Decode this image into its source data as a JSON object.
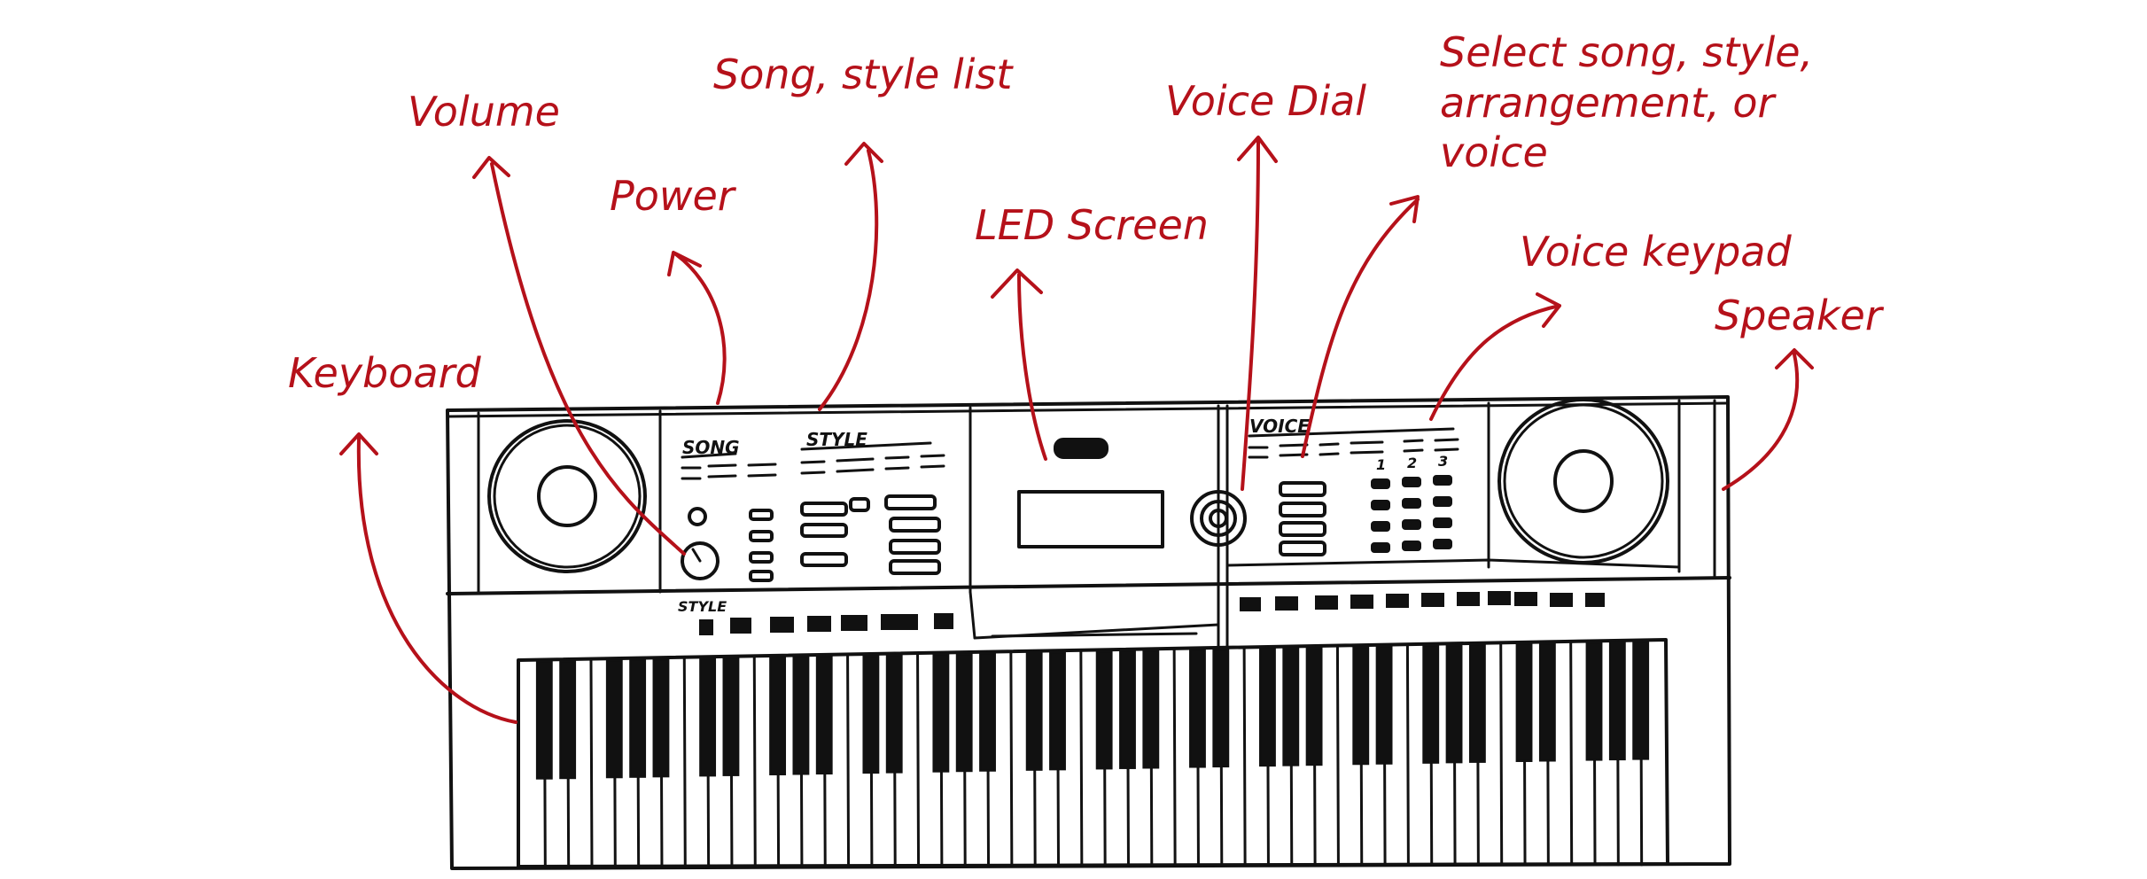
{
  "labels": {
    "keyboard": "Keyboard",
    "volume": "Volume",
    "power": "Power",
    "song_style_list": "Song, style list",
    "led_screen": "LED Screen",
    "voice_dial": "Voice Dial",
    "select_line1": "Select song, style,",
    "select_line2": "arrangement, or",
    "select_line3": "voice",
    "voice_keypad": "Voice keypad",
    "speaker": "Speaker"
  },
  "panel": {
    "song": "SONG",
    "style": "STYLE",
    "style_lower": "STYLE",
    "voice": "VOICE",
    "keypad_1": "1",
    "keypad_2": "2",
    "keypad_3": "3"
  },
  "colors": {
    "annotation": "#b5111a",
    "ink": "#111111"
  }
}
